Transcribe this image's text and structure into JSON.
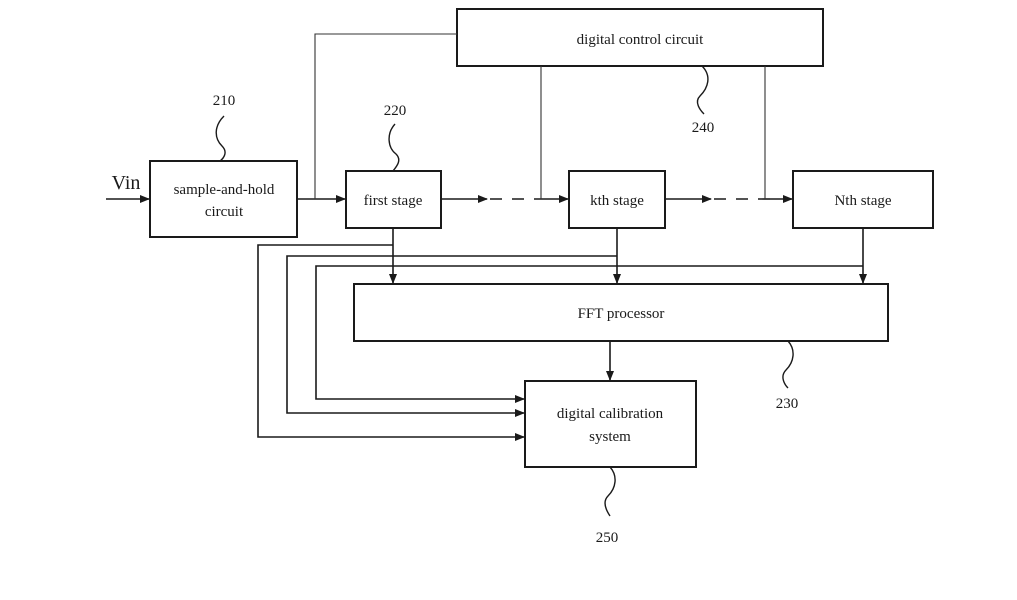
{
  "input_label": "Vin",
  "blocks": {
    "digital_control": "digital control circuit",
    "sample_hold_line1": "sample-and-hold",
    "sample_hold_line2": "circuit",
    "first_stage": "first stage",
    "kth_stage": "kth stage",
    "nth_stage": "Nth stage",
    "fft": "FFT processor",
    "calibration_line1": "digital calibration",
    "calibration_line2": "system"
  },
  "refs": {
    "sample_hold": "210",
    "first_stage": "220",
    "fft": "230",
    "digital_control": "240",
    "calibration": "250"
  }
}
